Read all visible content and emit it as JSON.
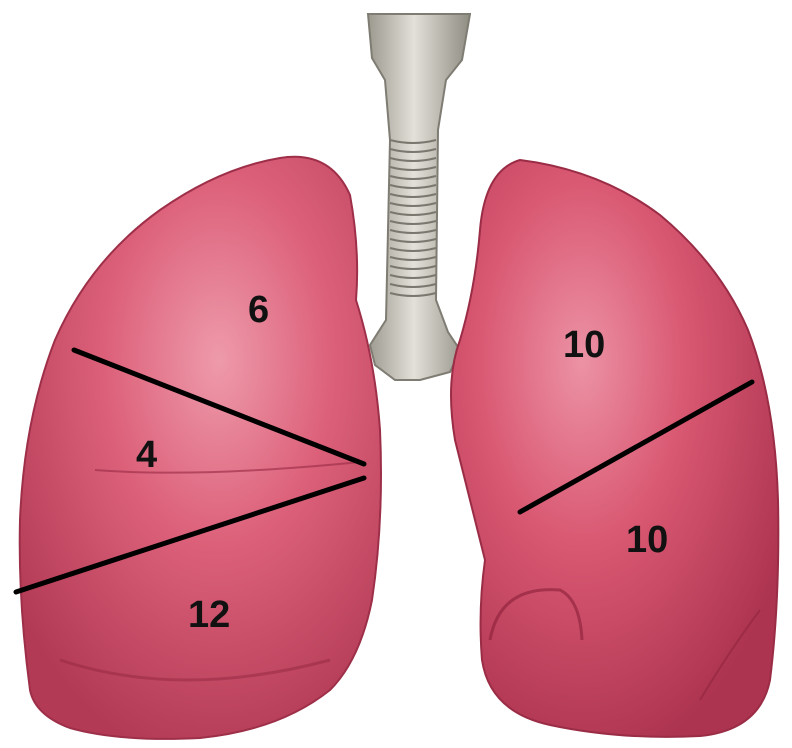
{
  "colors": {
    "background": "#ffffff",
    "lung_fill": "#d9566f",
    "lung_light": "#ea8fa2",
    "lung_shadow": "#a72d48",
    "trachea": "#c9c7be",
    "trachea_ring": "#8d8a80",
    "fissure_line": "#000000"
  },
  "icons": {
    "right_lung": "right-lung-illustration",
    "left_lung": "left-lung-illustration",
    "trachea": "trachea-illustration"
  },
  "lobes": {
    "right_upper": "6",
    "right_middle": "4",
    "right_lower": "12",
    "left_upper": "10",
    "left_lower": "10"
  }
}
